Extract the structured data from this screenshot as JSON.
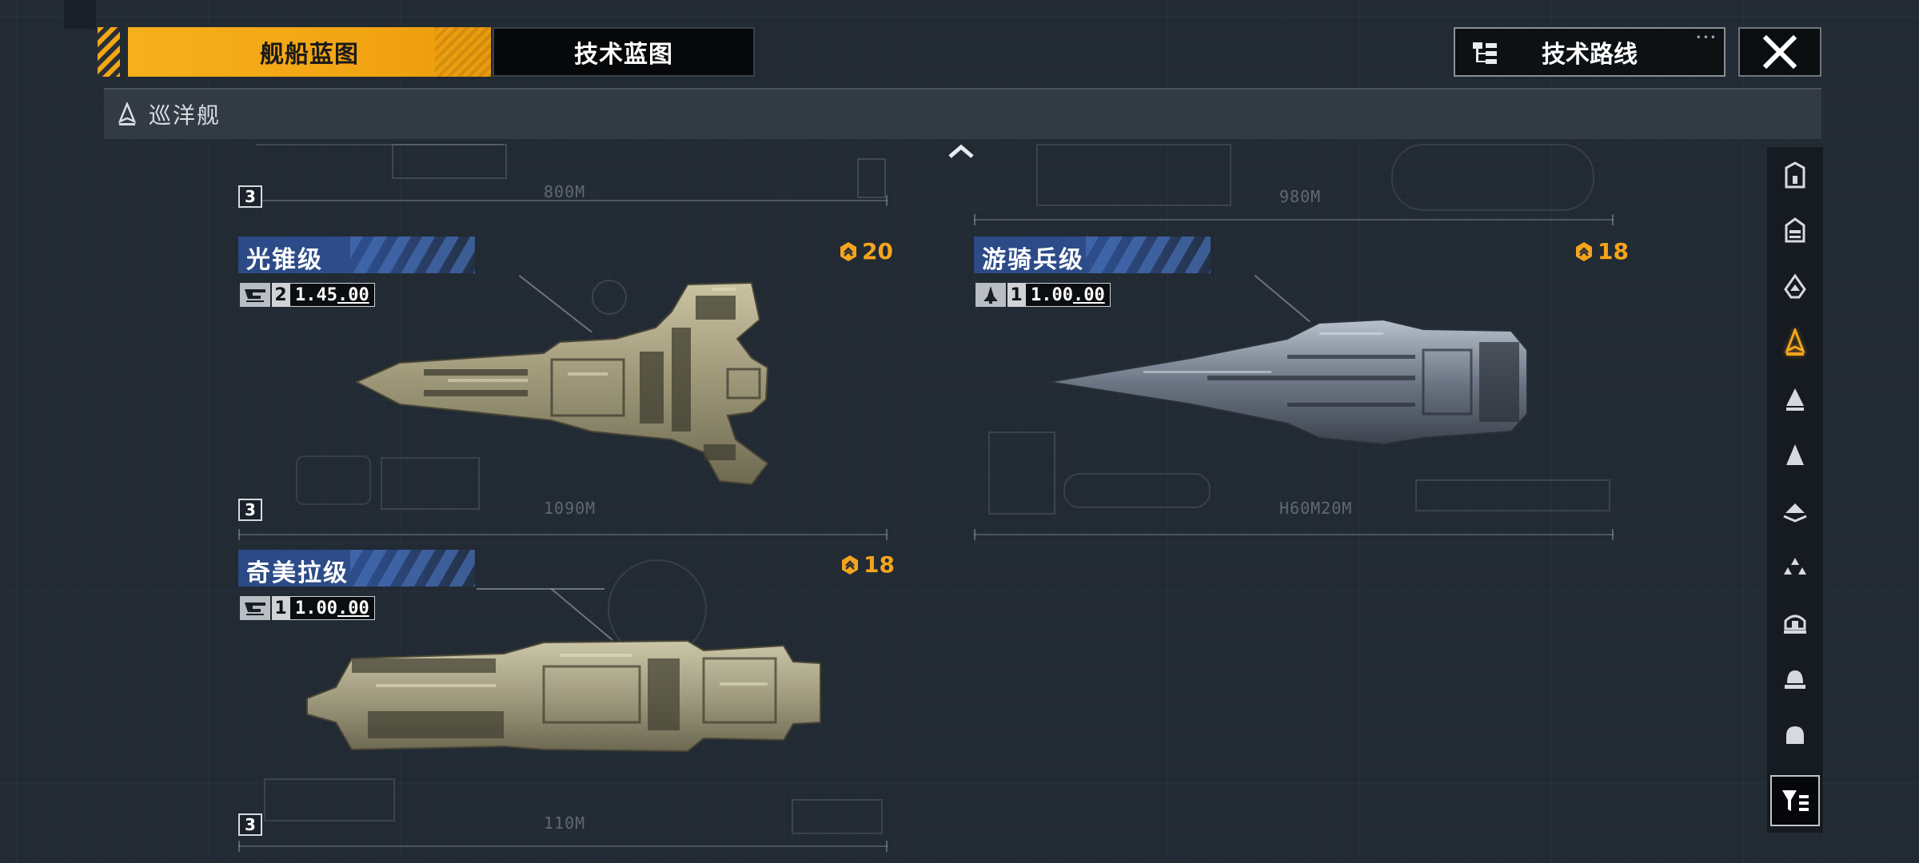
{
  "tabs": {
    "ship_blueprint": "舰船蓝图",
    "tech_blueprint": "技术蓝图",
    "tech_route": "技术路线"
  },
  "category": {
    "label": "巡洋舰",
    "icon": "cruiser-class-icon"
  },
  "ships": [
    {
      "name": "光锥级",
      "cost": "20",
      "level": "2",
      "ratio": "1.45",
      "ratio_suffix": ".00",
      "type_icon": "swept-wing-icon",
      "blueprint_label": "1090M",
      "badge": "3"
    },
    {
      "name": "游骑兵级",
      "cost": "18",
      "level": "1",
      "ratio": "1.00",
      "ratio_suffix": ".00",
      "type_icon": "rocket-icon",
      "blueprint_label": "H60M20M",
      "badge": ""
    },
    {
      "name": "奇美拉级",
      "cost": "18",
      "level": "1",
      "ratio": "1.00",
      "ratio_suffix": ".00",
      "type_icon": "swept-wing-icon",
      "blueprint_label": "110M",
      "badge": "3"
    }
  ],
  "top_partial": {
    "badge": "3",
    "label_left": "800M",
    "label_right": "980M"
  },
  "sidebar": {
    "items": [
      {
        "icon": "carrier-icon",
        "active": false
      },
      {
        "icon": "battleship-icon",
        "active": false
      },
      {
        "icon": "battlecruiser-icon",
        "active": false
      },
      {
        "icon": "cruiser-icon",
        "active": true
      },
      {
        "icon": "destroyer-icon",
        "active": false
      },
      {
        "icon": "frigate-icon",
        "active": false
      },
      {
        "icon": "corvette-icon",
        "active": false
      },
      {
        "icon": "fighter-icon",
        "active": false
      },
      {
        "icon": "auxiliary-icon",
        "active": false
      },
      {
        "icon": "station-icon",
        "active": false
      },
      {
        "icon": "dome-icon",
        "active": false
      }
    ],
    "filter_icon": "filter-list-icon"
  },
  "colors": {
    "accent": "#f2a714",
    "name_tag": "#2c4a86",
    "background": "#222a34",
    "cost": "#f4a51c"
  }
}
